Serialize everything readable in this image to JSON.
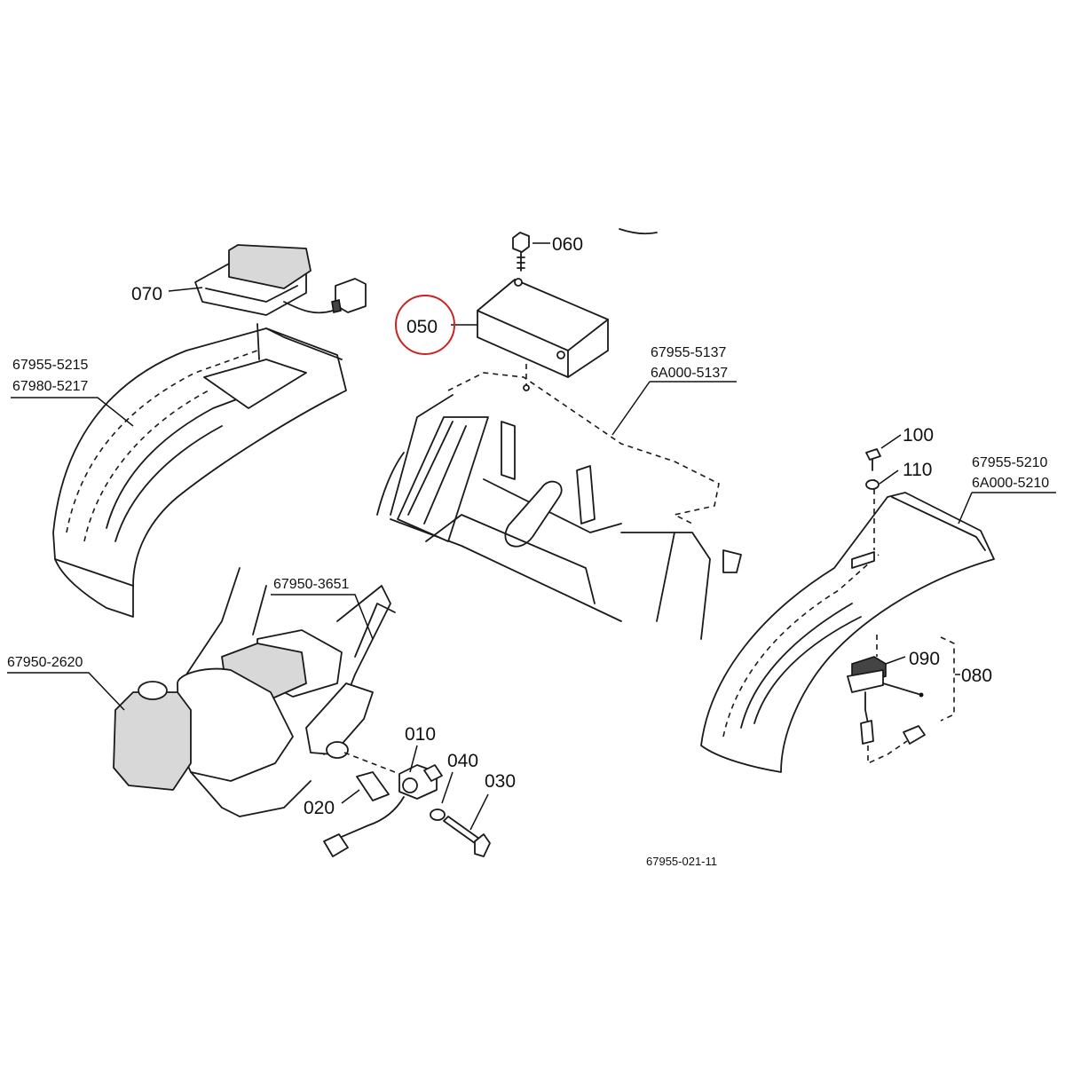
{
  "diagram": {
    "callouts": {
      "p010": "010",
      "p020": "020",
      "p030": "030",
      "p040": "040",
      "p050": "050",
      "p060": "060",
      "p070": "070",
      "p080": "080",
      "p090": "090",
      "p100": "100",
      "p110": "110"
    },
    "part_numbers": {
      "left_fender_a": "67955-5215",
      "left_fender_b": "67980-5217",
      "center_panel_a": "67955-5137",
      "center_panel_b": "6A000-5137",
      "right_fender_a": "67955-5210",
      "right_fender_b": "6A000-5210",
      "seat_frame": "67950-3651",
      "seat": "67950-2620"
    },
    "figure_code": "67955-021-11",
    "highlight_color": "#cc2222"
  }
}
